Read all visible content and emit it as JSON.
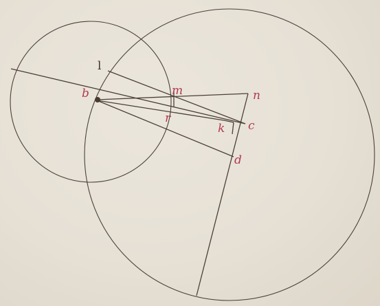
{
  "diagram": {
    "point_labels": {
      "b": "b",
      "l": "l",
      "m": "m",
      "n": "n",
      "r": "r",
      "k": "k",
      "c": "c",
      "d": "d"
    },
    "colors": {
      "paper": "#e7e1d6",
      "ink": "#4a4038",
      "label": "#b33a4f"
    }
  }
}
